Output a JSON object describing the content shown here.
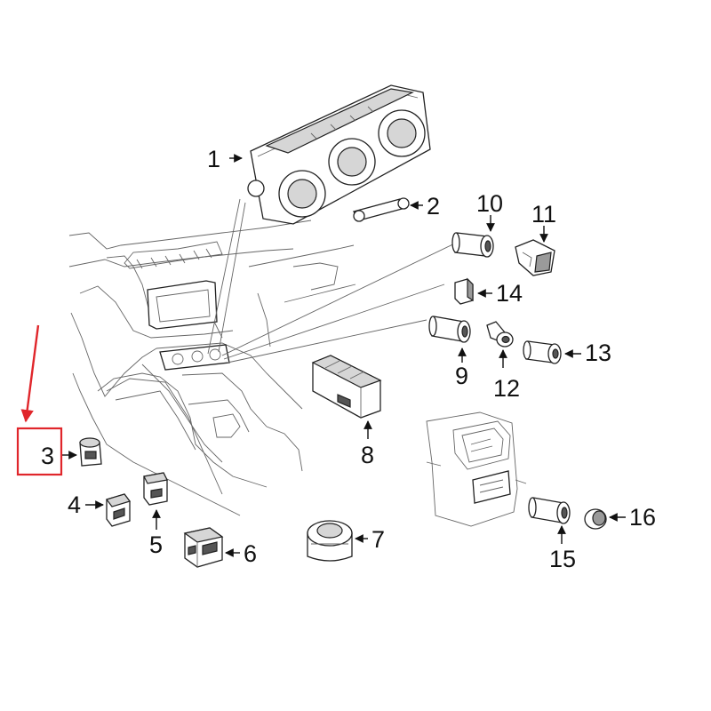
{
  "callouts": [
    {
      "id": "1",
      "text": "1"
    },
    {
      "id": "2",
      "text": "2"
    },
    {
      "id": "3",
      "text": "3"
    },
    {
      "id": "4",
      "text": "4"
    },
    {
      "id": "5",
      "text": "5"
    },
    {
      "id": "6",
      "text": "6"
    },
    {
      "id": "7",
      "text": "7"
    },
    {
      "id": "8",
      "text": "8"
    },
    {
      "id": "9",
      "text": "9"
    },
    {
      "id": "10",
      "text": "10"
    },
    {
      "id": "11",
      "text": "11"
    },
    {
      "id": "12",
      "text": "12"
    },
    {
      "id": "13",
      "text": "13"
    },
    {
      "id": "14",
      "text": "14"
    },
    {
      "id": "15",
      "text": "15"
    },
    {
      "id": "16",
      "text": "16"
    }
  ],
  "highlight": {
    "callout": "3",
    "color": "#e0262b"
  },
  "colors": {
    "line": "#222222",
    "shade": "#9a9a9a",
    "background": "#ffffff"
  }
}
